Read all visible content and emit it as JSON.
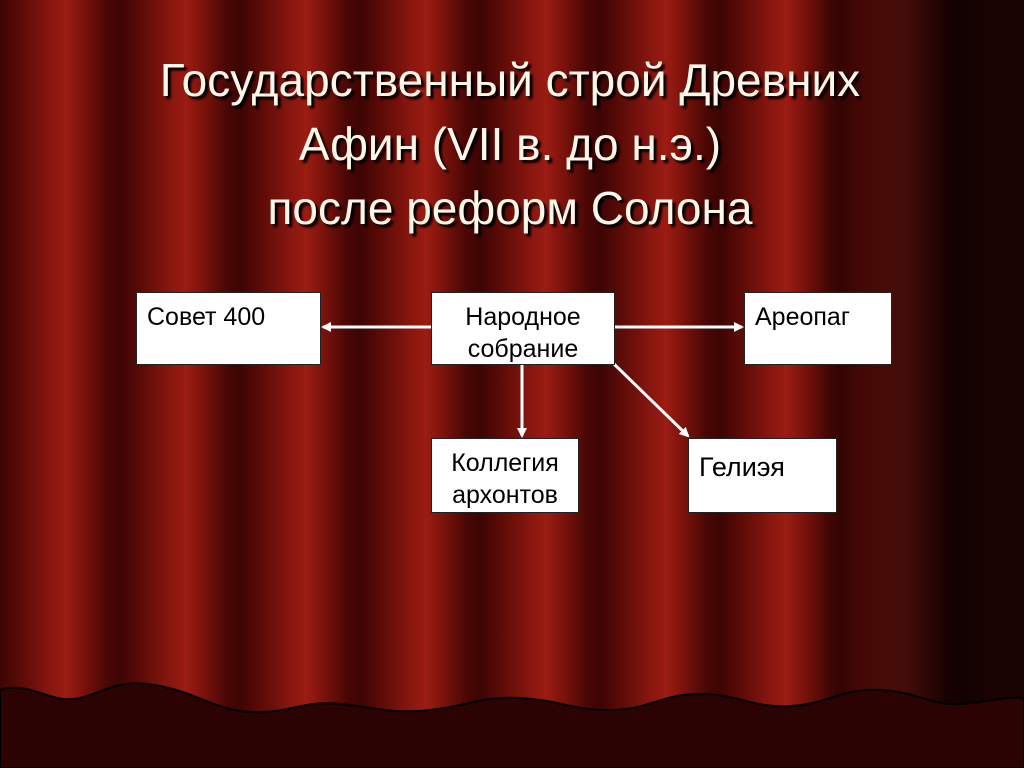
{
  "slide": {
    "title_lines": [
      "Государственный строй Древних",
      "Афин (VII в. до н.э.)",
      "после реформ Солона"
    ]
  },
  "diagram": {
    "nodes": {
      "sovet": "Совет 400",
      "narod_line1": "Народное",
      "narod_line2": "собрание",
      "areopag": "Ареопаг",
      "kollegia_line1": "Коллегия",
      "kollegia_line2": "архонтов",
      "geliea": "Гелиэя"
    },
    "edges": [
      {
        "from": "Народное собрание",
        "to": "Совет 400"
      },
      {
        "from": "Народное собрание",
        "to": "Ареопаг"
      },
      {
        "from": "Народное собрание",
        "to": "Коллегия архонтов"
      },
      {
        "from": "Народное собрание",
        "to": "Гелиэя"
      }
    ],
    "colors": {
      "background": "#6b0d08",
      "title_text": "#fff8e8",
      "box_fill": "#ffffff",
      "arrow": "#ffffff"
    }
  }
}
